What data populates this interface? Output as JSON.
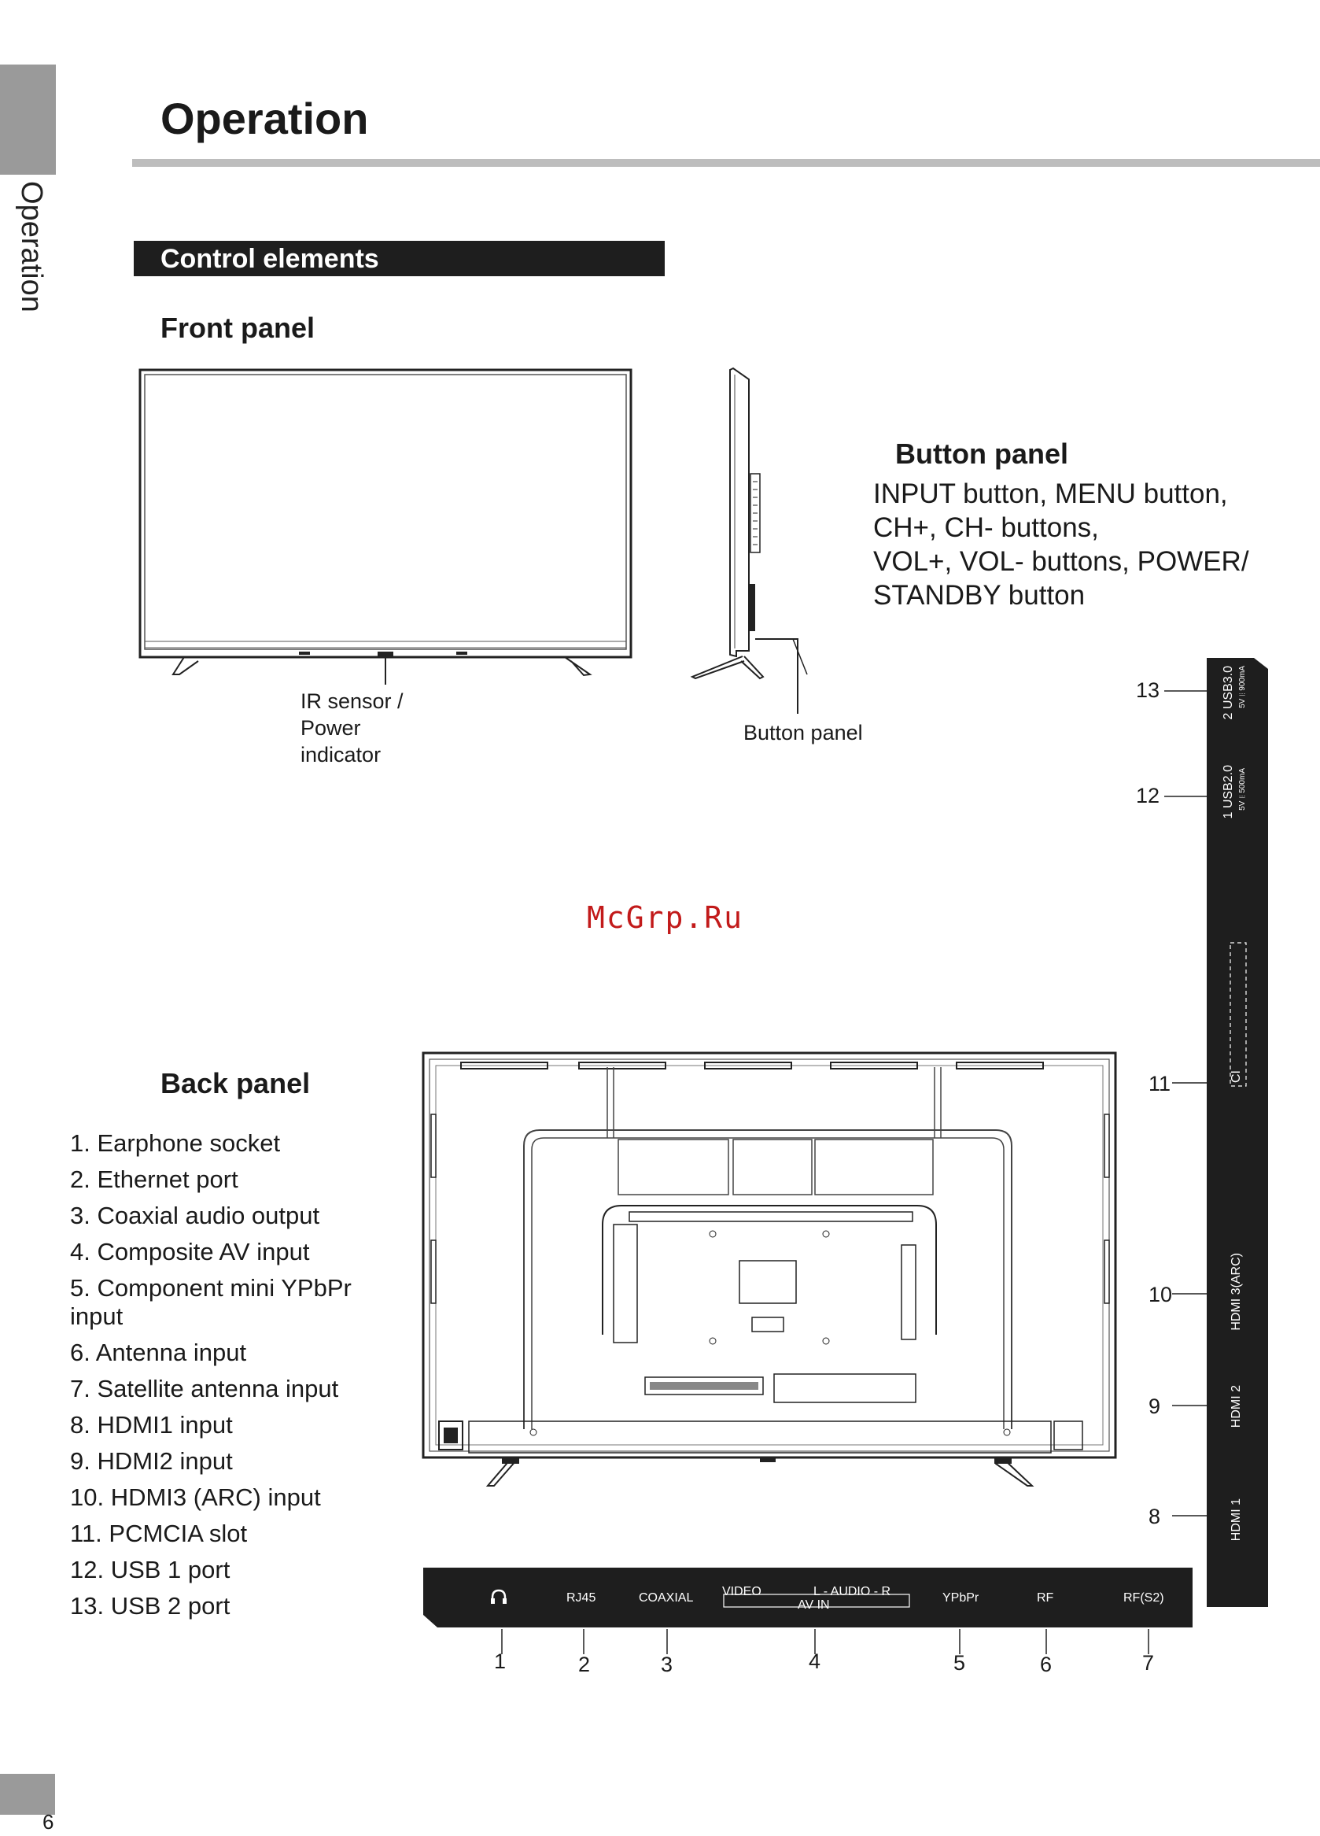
{
  "side_tab": {
    "label": "Operation"
  },
  "page": {
    "title": "Operation",
    "number": "6"
  },
  "section": {
    "title": "Control elements"
  },
  "front_panel": {
    "heading": "Front panel",
    "ir_callout": [
      "IR sensor /",
      "Power",
      "indicator"
    ],
    "button_panel_callout": "Button panel"
  },
  "button_panel": {
    "heading": "Button panel",
    "description": [
      "INPUT button, MENU button,",
      "CH+, CH- buttons,",
      "VOL+, VOL- buttons, POWER/",
      "STANDBY button"
    ]
  },
  "watermark": "McGrp.Ru",
  "back_panel": {
    "heading": "Back panel",
    "items": [
      "1. Earphone socket",
      "2. Ethernet port",
      "3. Coaxial audio output",
      "4. Composite AV input",
      "5. Component mini YPbPr",
      "input",
      "6. Antenna input",
      "7. Satellite antenna input",
      "8. HDMI1 input",
      "9. HDMI2 input",
      "10. HDMI3 (ARC) input",
      "11. PCMCIA slot",
      "12. USB 1 port",
      "13. USB 2 port"
    ]
  },
  "bottom_strip": {
    "ports": [
      "RJ45",
      "COAXIAL",
      "VIDEO",
      "L - AUDIO - R",
      "AV IN",
      "YPbPr",
      "RF",
      "RF(S2)"
    ],
    "numbers": [
      "1",
      "2",
      "3",
      "4",
      "5",
      "6",
      "7"
    ]
  },
  "side_strip": {
    "usb2": "2 USB3.0",
    "usb2_rating": "5V⎓900mA",
    "usb1": "1 USB2.0",
    "usb1_rating": "5V⎓500mA",
    "ci": "CI",
    "hdmi3": "HDMI 3(ARC)",
    "hdmi2": "HDMI 2",
    "hdmi1": "HDMI 1",
    "numbers": [
      "13",
      "12",
      "11",
      "10",
      "9",
      "8"
    ]
  },
  "colors": {
    "accent_gray": "#9a9a9a",
    "panel_dark": "#1e1e1e",
    "watermark": "#c21a1a"
  }
}
